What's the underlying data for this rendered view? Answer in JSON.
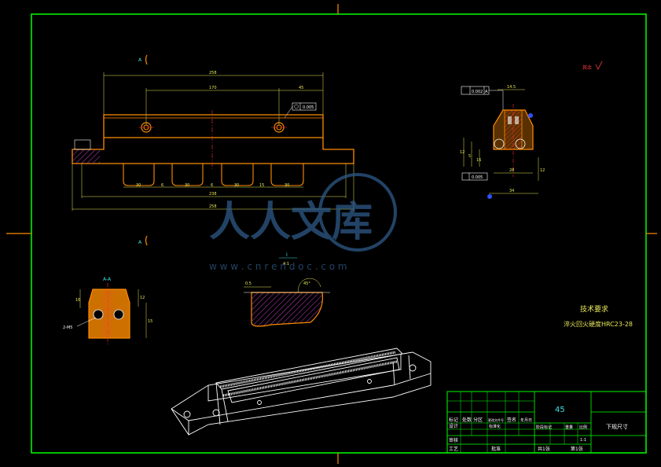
{
  "colors": {
    "background": "#000000",
    "frame": "#00ff00",
    "part_outline": "#ff8c00",
    "dimension": "#e8e85a",
    "hatch": "#ff4040",
    "centerline": "#ff3030",
    "white_lines": "#ffffff",
    "text_cyan": "#40e0e0",
    "watermark": "#2e5a88"
  },
  "front_view": {
    "section_mark_top": "A",
    "section_mark_bottom": "A",
    "dim_overall_top": "258",
    "dim_hole_spacing": "170",
    "dim_hole_offset": "45",
    "tolerance_frame": "0.005",
    "slot_dims": [
      "30",
      "6",
      "30",
      "6",
      "30",
      "15",
      "30"
    ],
    "dim_inner_length": "238",
    "dim_overall_length": "258"
  },
  "side_view": {
    "tolerance_left": "0.002",
    "tolerance_label": "A",
    "dim_top": "14.5",
    "dims_left": [
      "12",
      "5",
      "16"
    ],
    "dims_bottom": [
      "28",
      "34"
    ],
    "dim_right": "12",
    "tolerance_bottom": "0.005"
  },
  "roughness_note": "其余",
  "section_aa": {
    "label": "A-A",
    "dims": [
      "16",
      "12",
      "15"
    ],
    "note": "2-M5"
  },
  "detail": {
    "label": "I",
    "scale": "4:1",
    "dim": "0.5",
    "angle": "45°"
  },
  "tech_requirements": {
    "title": "技术要求",
    "line": "淬火回火硬度HRC23-28"
  },
  "watermark": {
    "brand": "人人文库",
    "url": "w w w . c n r e n d o c . c o m"
  },
  "title_block": {
    "material": "45",
    "part_name": "下规尺寸",
    "headers": [
      "标记",
      "处数",
      "分区",
      "更改文件号",
      "签名",
      "年月日"
    ],
    "row_labels": [
      "设计",
      "标准化"
    ],
    "stage_label": "阶段标记",
    "weight_label": "重量",
    "scale_label": "比例",
    "scale_value": "1:1",
    "review_label": "审核",
    "process_label": "工艺",
    "approve_label": "批准",
    "sheet_total": "共1张",
    "sheet_no": "第1张"
  }
}
